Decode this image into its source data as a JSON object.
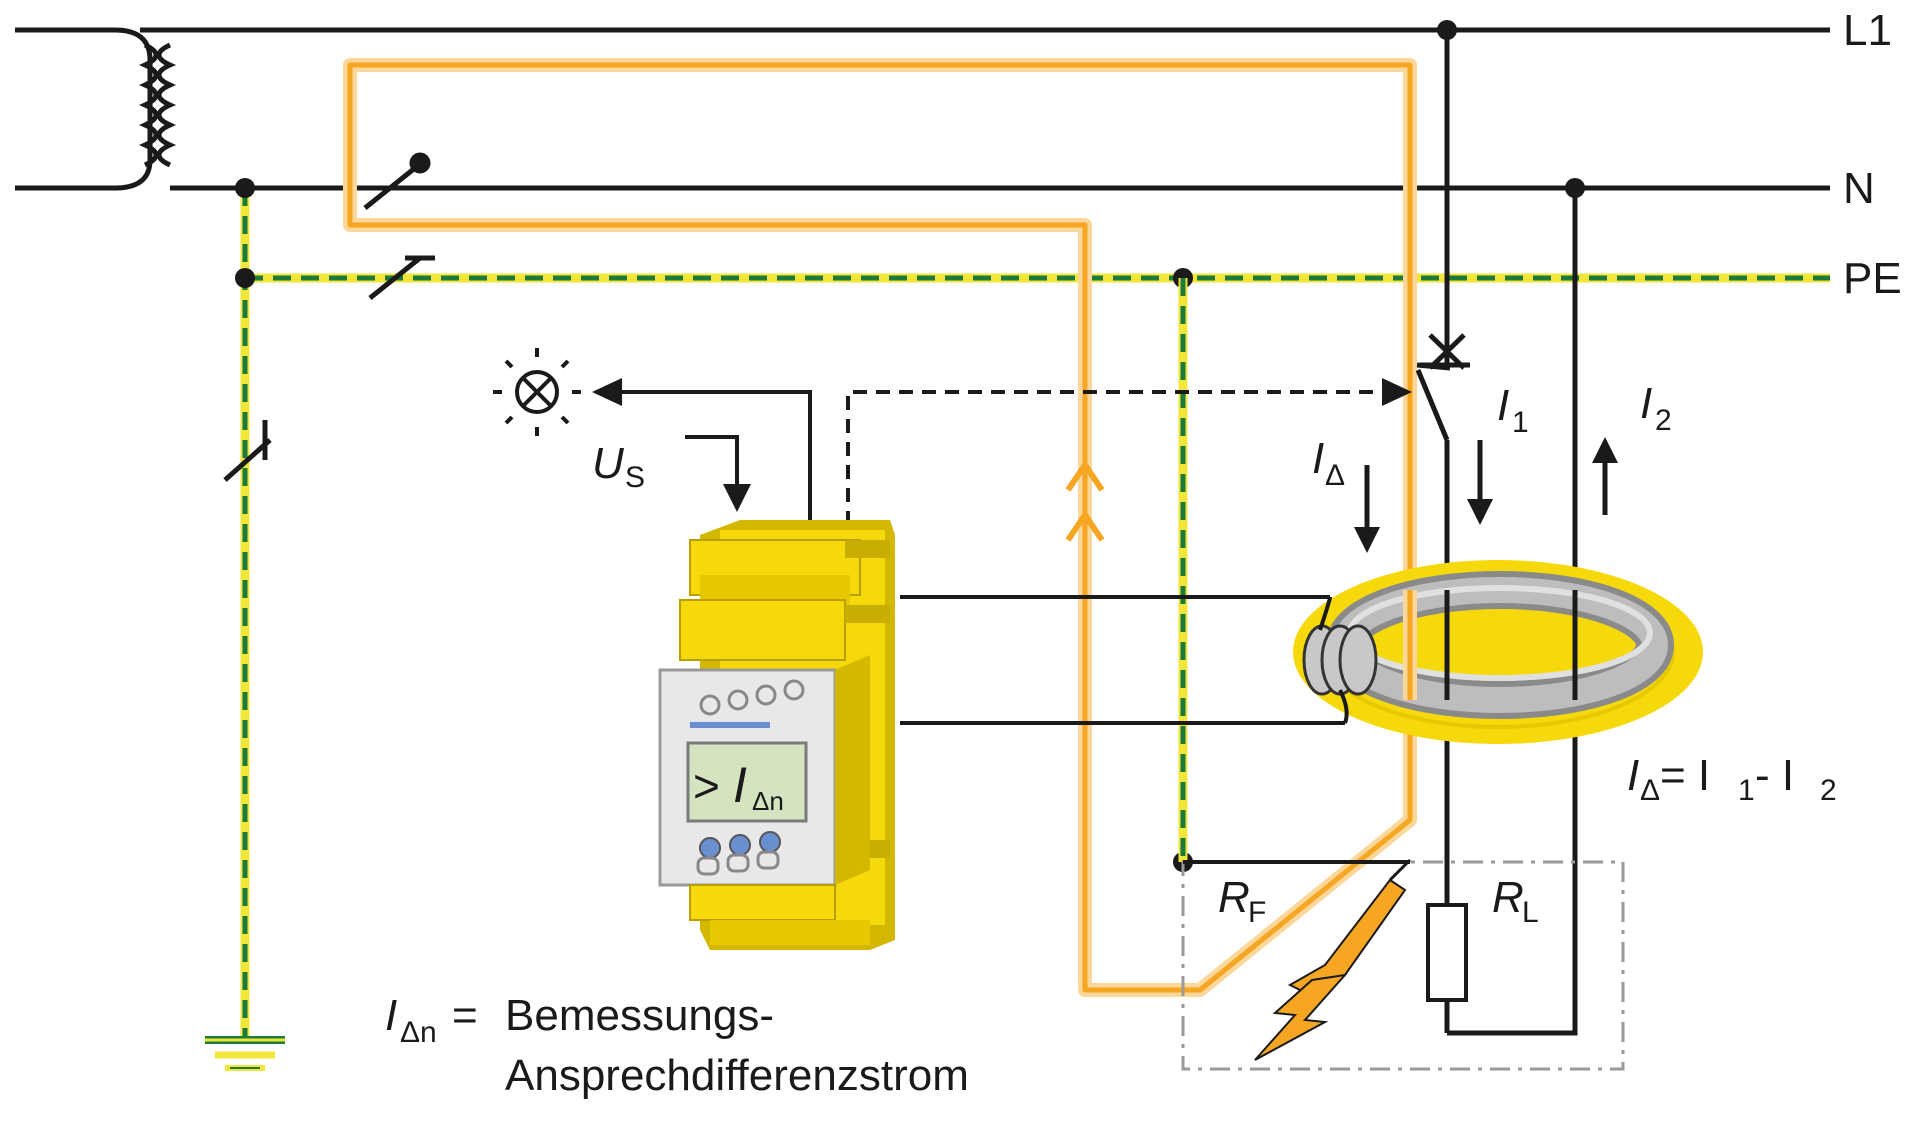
{
  "lines": {
    "l1": "L1",
    "n": "N",
    "pe": "PE"
  },
  "labels": {
    "us_main": "U",
    "us_sub": "S",
    "i_delta_main": "I",
    "i_delta_sub": "Δ",
    "i1_main": "I",
    "i1_sub": "1",
    "i2_main": "I",
    "i2_sub": "2",
    "rf_main": "R",
    "rf_sub": "F",
    "rl_main": "R",
    "rl_sub": "L",
    "eq_lhs_main": "I",
    "eq_lhs_sub": "Δ",
    "eq_mid": " = I",
    "eq_sub1": "1",
    "eq_minus": " - I",
    "eq_sub2": "2"
  },
  "device": {
    "display_gt": ">",
    "display_main": "I",
    "display_sub": "Δn"
  },
  "legend": {
    "symbol_main": "I",
    "symbol_sub": "Δn",
    "equals": "=",
    "line1": "Bemessungs-",
    "line2": "Ansprechdifferenzstrom"
  },
  "colors": {
    "conductor": "#1a1a1a",
    "fault_path": "#f6a623",
    "fault_path_light": "#fbd79a",
    "pe_green": "#1c7a3c",
    "pe_yellow": "#f2e63a",
    "device_yellow": "#f5d90a",
    "device_shade": "#d4b800",
    "ring_glow": "#f5d90a",
    "ring_gray": "#9e9e9e",
    "display_green": "#d4e4c0"
  }
}
